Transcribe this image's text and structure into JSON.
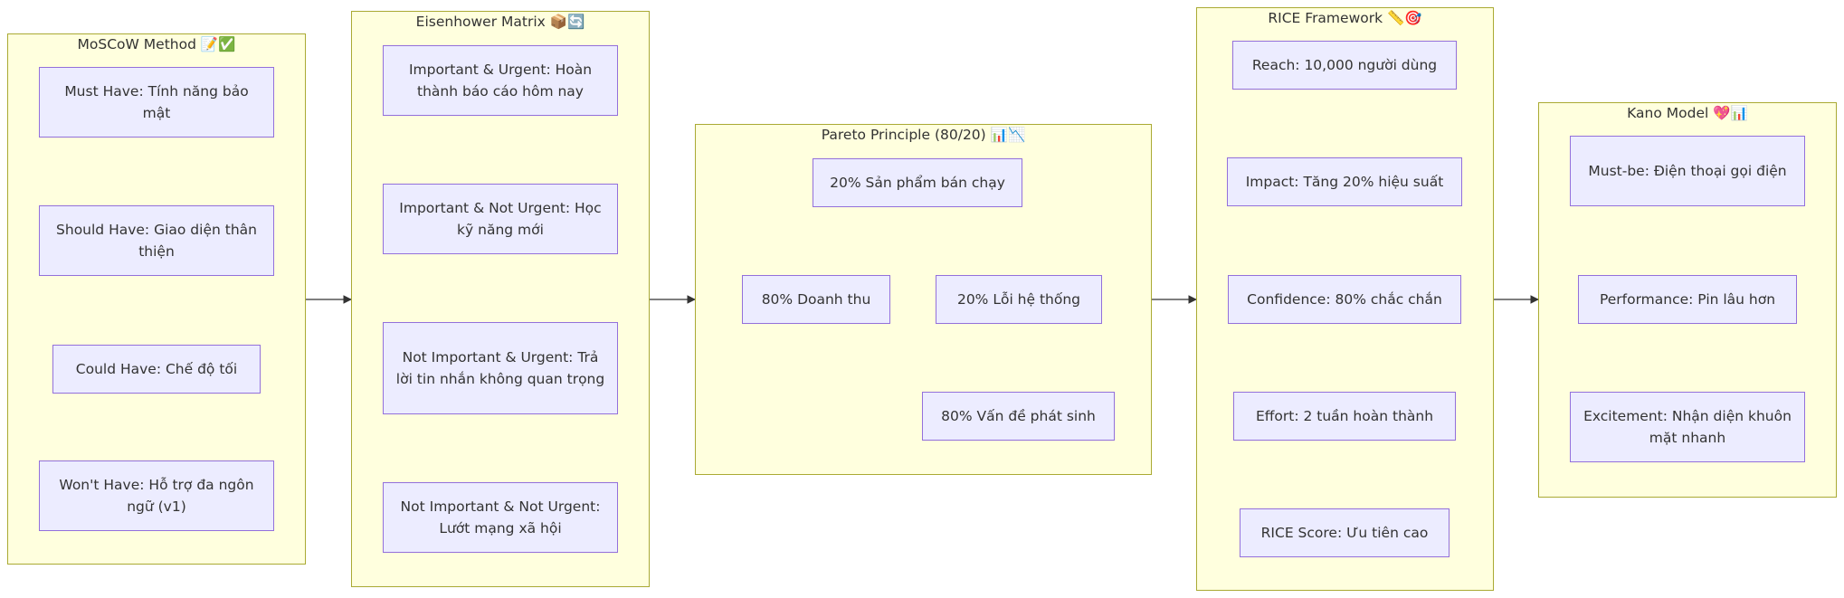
{
  "colors": {
    "cluster_fill": "#ffffde",
    "cluster_stroke": "#aaaa33",
    "node_fill": "#ececff",
    "node_stroke": "#9370db",
    "text": "#333333",
    "edge": "#333333"
  },
  "clusters": {
    "moscow": {
      "title": "MoSCoW Method 📝✅"
    },
    "eisenhower": {
      "title": "Eisenhower Matrix 📦🔄"
    },
    "pareto": {
      "title": "Pareto Principle (80/20) 📊📉"
    },
    "rice": {
      "title": "RICE Framework 📏🎯"
    },
    "kano": {
      "title": "Kano Model 💖📊"
    }
  },
  "nodes": {
    "must": "Must Have: Tính năng bảo mật",
    "should": "Should Have: Giao diện thân thiện",
    "could": "Could Have: Chế độ tối",
    "wont": "Won't Have: Hỗ trợ đa ngôn ngữ (v1)",
    "iu": "Important & Urgent: Hoàn thành báo cáo hôm nay",
    "inu": "Important & Not Urgent: Học kỹ năng mới",
    "niu": "Not Important & Urgent: Trả lời tin nhắn không quan trọng",
    "ninu": "Not Important & Not Urgent: Lướt mạng xã hội",
    "p20products": "20% Sản phẩm bán chạy",
    "p80revenue": "80% Doanh thu",
    "p20bugs": "20% Lỗi hệ thống",
    "p80issues": "80% Vấn đề phát sinh",
    "reach": "Reach: 10,000 người dùng",
    "impact": "Impact: Tăng 20% hiệu suất",
    "confidence": "Confidence: 80% chắc chắn",
    "effort": "Effort: 2 tuần hoàn thành",
    "score": "RICE Score: Ưu tiên cao",
    "mustbe": "Must-be: Điện thoại gọi điện",
    "performance": "Performance: Pin lâu hơn",
    "excitement": "Excitement: Nhận diện khuôn mặt nhanh"
  }
}
